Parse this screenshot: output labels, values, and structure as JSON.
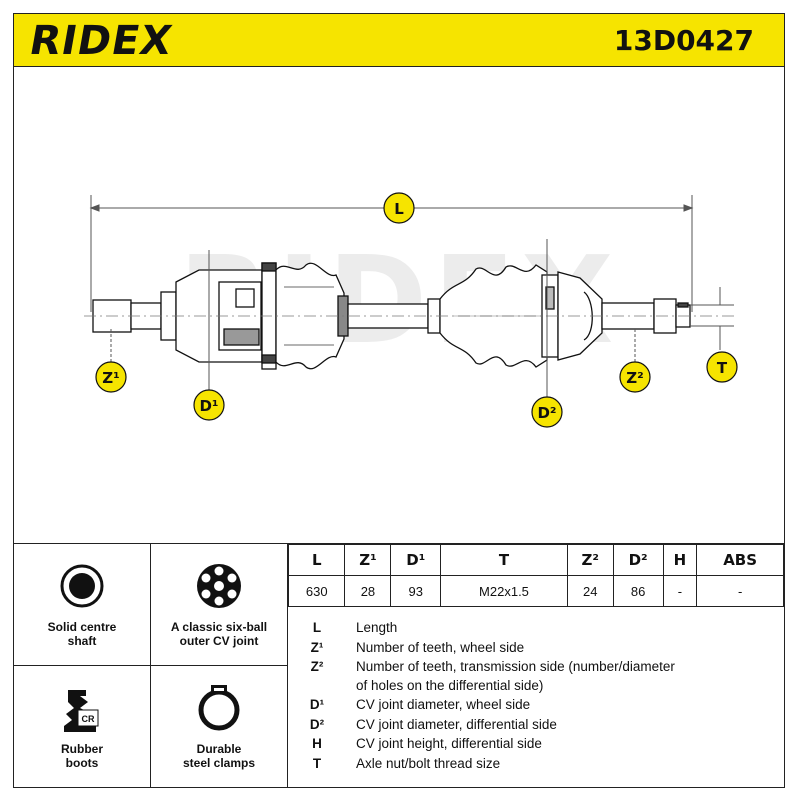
{
  "header": {
    "brand": "RIDEX",
    "part_number": "13D0427"
  },
  "drawing": {
    "watermark": "RIDEX",
    "tags": {
      "L": "L",
      "Z1": "Z¹",
      "D1": "D¹",
      "D2": "D²",
      "Z2": "Z²",
      "T": "T"
    }
  },
  "features": [
    {
      "icon": "solid-shaft-icon",
      "label_line1": "Solid centre",
      "label_line2": "shaft"
    },
    {
      "icon": "six-ball-joint-icon",
      "label_line1": "A classic six-ball",
      "label_line2": "outer CV joint"
    },
    {
      "icon": "rubber-boot-icon",
      "label_line1": "Rubber",
      "label_line2": "boots",
      "icon_text": "CR"
    },
    {
      "icon": "steel-clamp-icon",
      "label_line1": "Durable",
      "label_line2": "steel clamps"
    }
  ],
  "spec_table": {
    "headers": [
      "L",
      "Z¹",
      "D¹",
      "T",
      "Z²",
      "D²",
      "H",
      "ABS"
    ],
    "values": [
      "630",
      "28",
      "93",
      "M22x1.5",
      "24",
      "86",
      "-",
      "-"
    ]
  },
  "legend": [
    {
      "key": "L",
      "text": "Length"
    },
    {
      "key": "Z¹",
      "text": "Number of teeth, wheel side"
    },
    {
      "key": "Z²",
      "text": "Number of teeth, transmission side (number/diameter"
    },
    {
      "key": "",
      "text": "of holes on the differential side)"
    },
    {
      "key": "D¹",
      "text": "CV joint diameter, wheel side"
    },
    {
      "key": "D²",
      "text": "CV joint diameter, differential side"
    },
    {
      "key": "H",
      "text": "CV joint height, differential side"
    },
    {
      "key": "T",
      "text": "Axle nut/bolt thread size"
    }
  ]
}
